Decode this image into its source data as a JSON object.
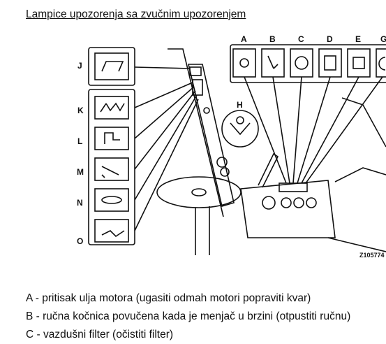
{
  "title": "Lampice upozorenja sa zvučnim upozorenjem",
  "figure": {
    "top_labels": [
      "A",
      "B",
      "C",
      "D",
      "E",
      "G"
    ],
    "side_labels": [
      "J",
      "K",
      "L",
      "M",
      "N",
      "O"
    ],
    "center_label": "H",
    "code": "Z105774"
  },
  "notes": [
    "A - pritisak ulja motora (ugasiti odmah motori popraviti kvar)",
    "B - ručna kočnica povučena kada je menjač u brzini (otpustiti ručnu)",
    "C - vazdušni filter (očistiti filter)"
  ]
}
